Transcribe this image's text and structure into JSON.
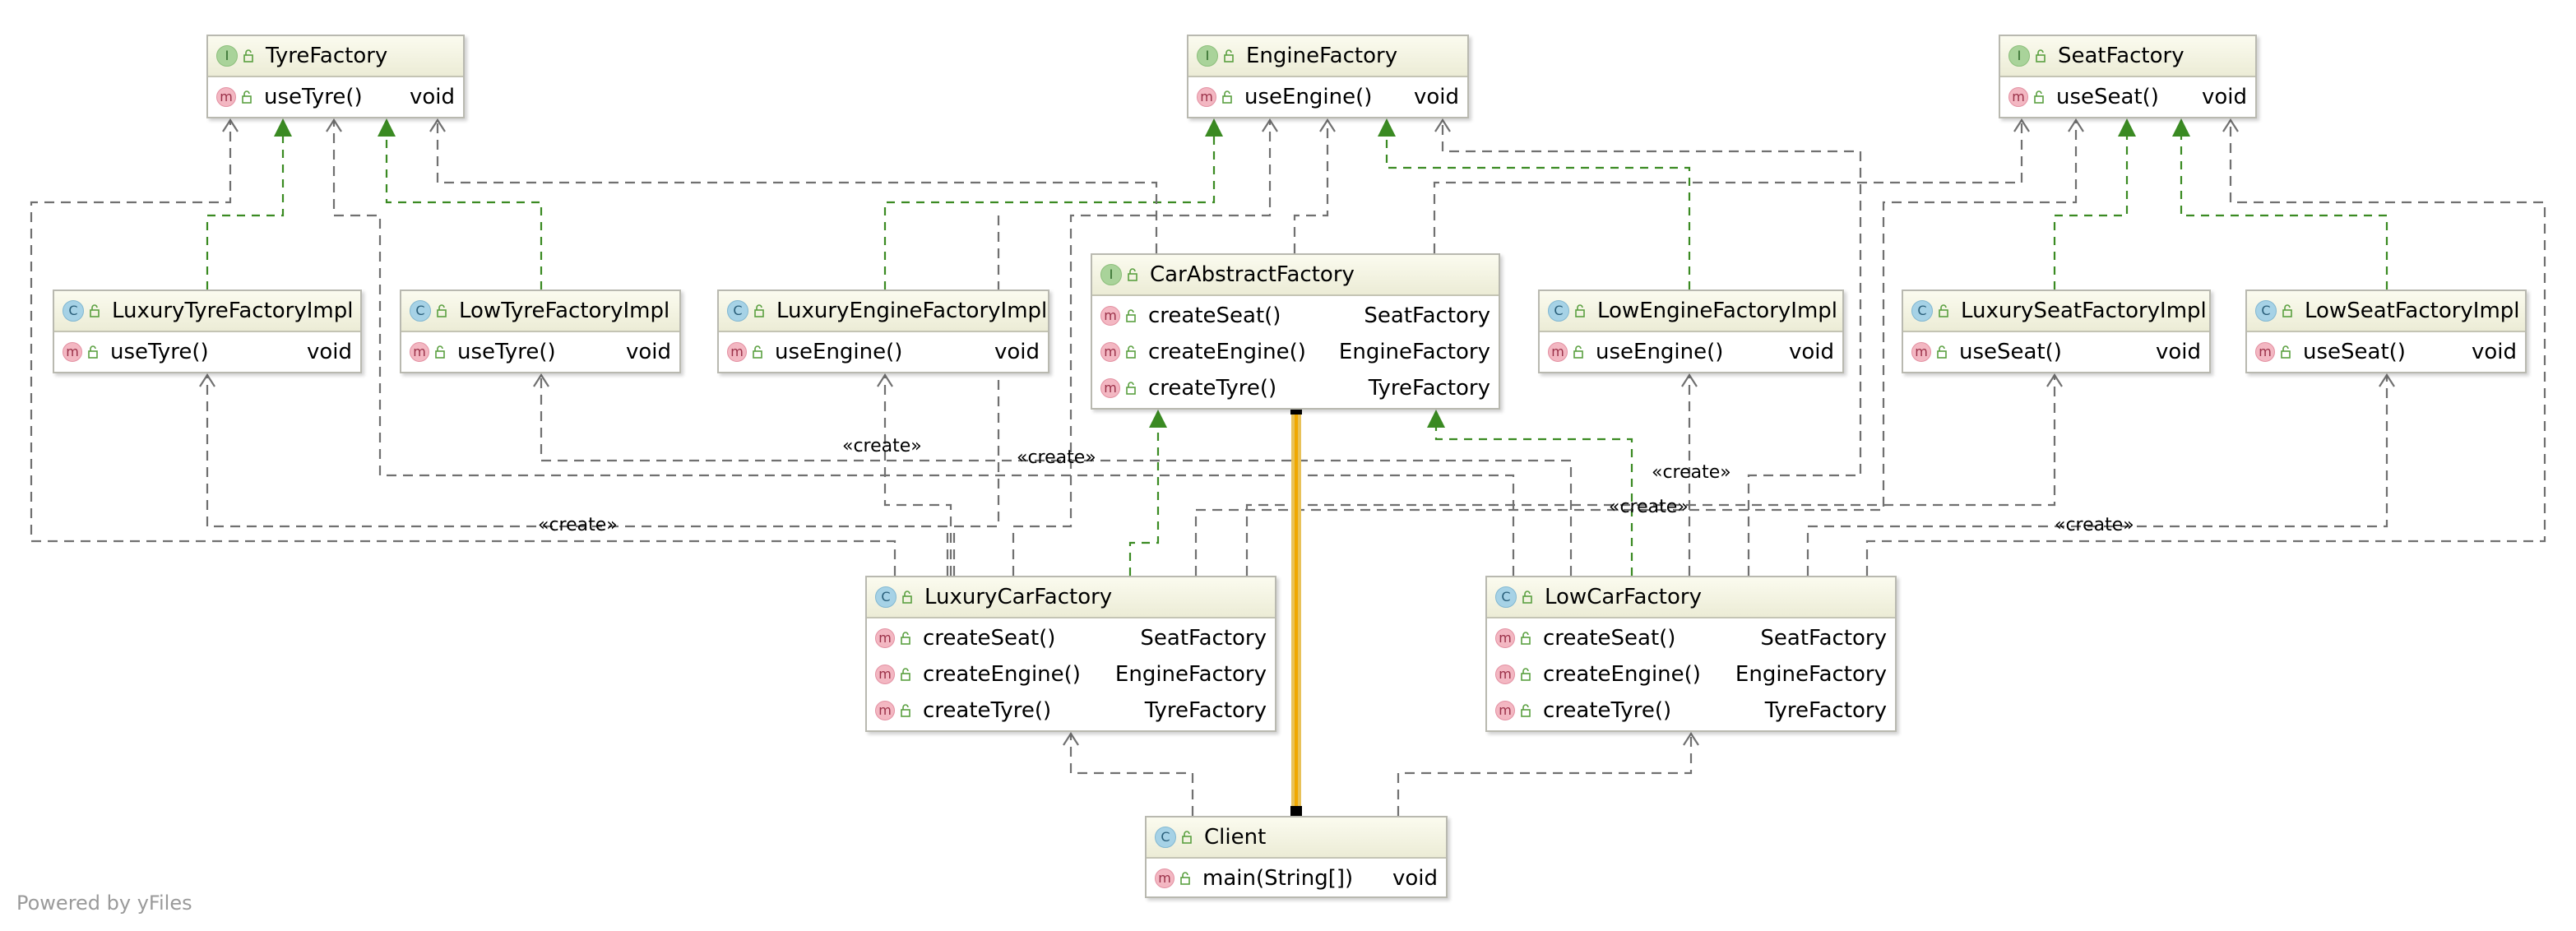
{
  "colors": {
    "implements": "#3a8a22",
    "dependency": "#707070",
    "association": "#f0a800",
    "kind_interface": "#a9d39a",
    "kind_class": "#a6d2e6",
    "kind_method": "#f3b7c2"
  },
  "nodes": [
    {
      "id": "tyre-factory",
      "kind": "I",
      "name": "TyreFactory",
      "members": [
        {
          "name": "useTyre()",
          "type": "void"
        }
      ]
    },
    {
      "id": "engine-factory",
      "kind": "I",
      "name": "EngineFactory",
      "members": [
        {
          "name": "useEngine()",
          "type": "void"
        }
      ]
    },
    {
      "id": "seat-factory",
      "kind": "I",
      "name": "SeatFactory",
      "members": [
        {
          "name": "useSeat()",
          "type": "void"
        }
      ]
    },
    {
      "id": "luxury-tyre-factory-impl",
      "kind": "C",
      "name": "LuxuryTyreFactoryImpl",
      "members": [
        {
          "name": "useTyre()",
          "type": "void"
        }
      ]
    },
    {
      "id": "low-tyre-factory-impl",
      "kind": "C",
      "name": "LowTyreFactoryImpl",
      "members": [
        {
          "name": "useTyre()",
          "type": "void"
        }
      ]
    },
    {
      "id": "luxury-engine-factory-impl",
      "kind": "C",
      "name": "LuxuryEngineFactoryImpl",
      "members": [
        {
          "name": "useEngine()",
          "type": "void"
        }
      ]
    },
    {
      "id": "car-abstract-factory",
      "kind": "I",
      "name": "CarAbstractFactory",
      "members": [
        {
          "name": "createSeat()",
          "type": "SeatFactory"
        },
        {
          "name": "createEngine()",
          "type": "EngineFactory"
        },
        {
          "name": "createTyre()",
          "type": "TyreFactory"
        }
      ]
    },
    {
      "id": "low-engine-factory-impl",
      "kind": "C",
      "name": "LowEngineFactoryImpl",
      "members": [
        {
          "name": "useEngine()",
          "type": "void"
        }
      ]
    },
    {
      "id": "luxury-seat-factory-impl",
      "kind": "C",
      "name": "LuxurySeatFactoryImpl",
      "members": [
        {
          "name": "useSeat()",
          "type": "void"
        }
      ]
    },
    {
      "id": "low-seat-factory-impl",
      "kind": "C",
      "name": "LowSeatFactoryImpl",
      "members": [
        {
          "name": "useSeat()",
          "type": "void"
        }
      ]
    },
    {
      "id": "luxury-car-factory",
      "kind": "C",
      "name": "LuxuryCarFactory",
      "members": [
        {
          "name": "createSeat()",
          "type": "SeatFactory"
        },
        {
          "name": "createEngine()",
          "type": "EngineFactory"
        },
        {
          "name": "createTyre()",
          "type": "TyreFactory"
        }
      ]
    },
    {
      "id": "low-car-factory",
      "kind": "C",
      "name": "LowCarFactory",
      "members": [
        {
          "name": "createSeat()",
          "type": "SeatFactory"
        },
        {
          "name": "createEngine()",
          "type": "EngineFactory"
        },
        {
          "name": "createTyre()",
          "type": "TyreFactory"
        }
      ]
    },
    {
      "id": "client",
      "kind": "C",
      "name": "Client",
      "members": [
        {
          "name": "main(String[])",
          "type": "void"
        }
      ]
    }
  ],
  "edge_labels": [
    "«create»",
    "«create»",
    "«create»",
    "«create»",
    "«create»",
    "«create»"
  ],
  "watermark": "Powered by yFiles"
}
